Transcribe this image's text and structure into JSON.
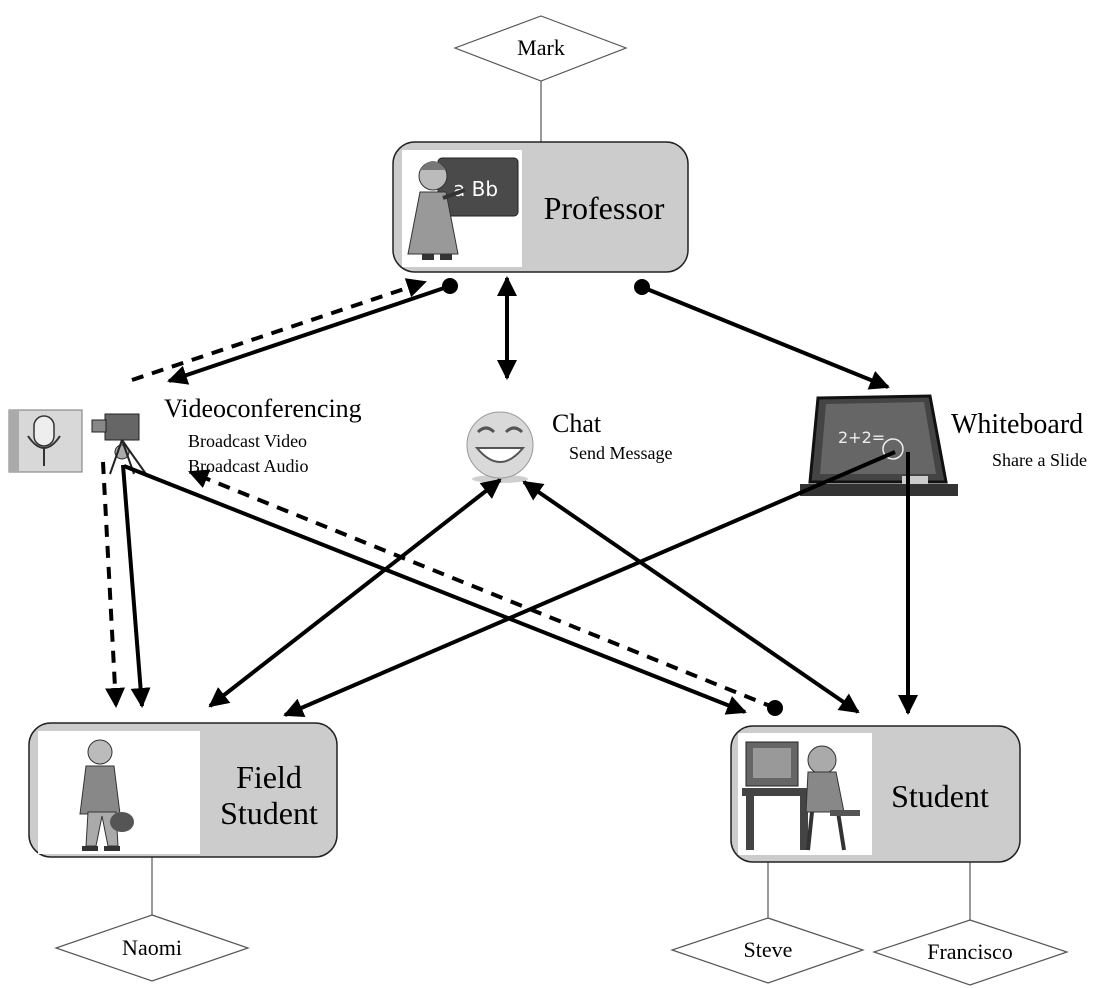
{
  "diagram": {
    "people": {
      "mark": "Mark",
      "naomi": "Naomi",
      "steve": "Steve",
      "francisco": "Francisco"
    },
    "roles": {
      "professor": "Professor",
      "field_student_line1": "Field",
      "field_student_line2": "Student",
      "student": "Student"
    },
    "tools": {
      "videoconferencing": {
        "title": "Videoconferencing",
        "actions": [
          "Broadcast Video",
          "Broadcast Audio"
        ],
        "icons": [
          "microphone-icon",
          "video-camera-icon"
        ]
      },
      "chat": {
        "title": "Chat",
        "actions": [
          "Send Message"
        ],
        "icons": [
          "smiley-icon"
        ]
      },
      "whiteboard": {
        "title": "Whiteboard",
        "actions": [
          "Share a Slide"
        ],
        "icons": [
          "chalkboard-icon"
        ]
      }
    },
    "role_icons": {
      "professor": "teacher-icon",
      "field_student": "field-student-icon",
      "student": "student-at-computer-icon"
    },
    "colors": {
      "role_box_fill": "#cccccc",
      "stroke": "#000000",
      "background": "#ffffff"
    }
  }
}
